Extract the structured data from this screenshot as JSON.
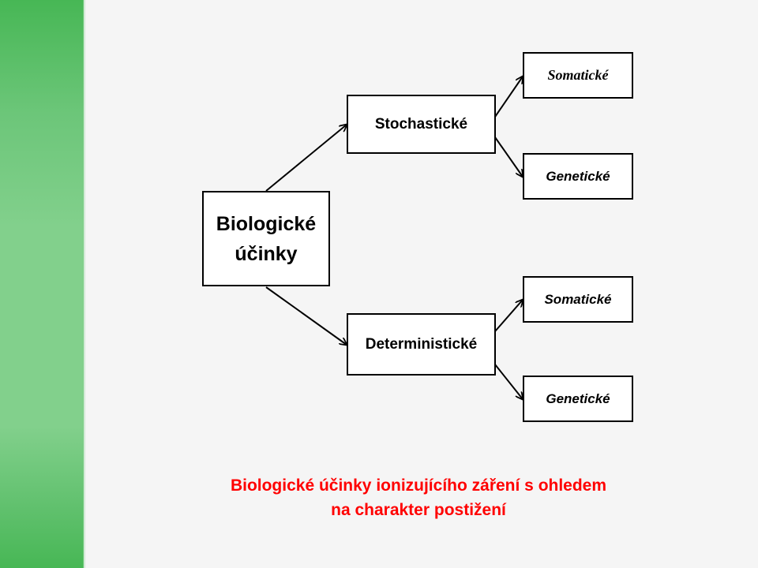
{
  "diagram": {
    "root": {
      "line1": "Biologické",
      "line2": "účinky"
    },
    "branches": [
      {
        "label": "Stochastické",
        "children": [
          {
            "label": "Somatické"
          },
          {
            "label": "Genetické"
          }
        ]
      },
      {
        "label": "Deterministické",
        "children": [
          {
            "label": "Somatické"
          },
          {
            "label": "Genetické"
          }
        ]
      }
    ]
  },
  "caption": {
    "line1": "Biologické účinky ionizujícího záření s ohledem",
    "line2": "na charakter postižení"
  },
  "colors": {
    "accent_green": "#47b755",
    "caption_red": "#ff0000"
  }
}
